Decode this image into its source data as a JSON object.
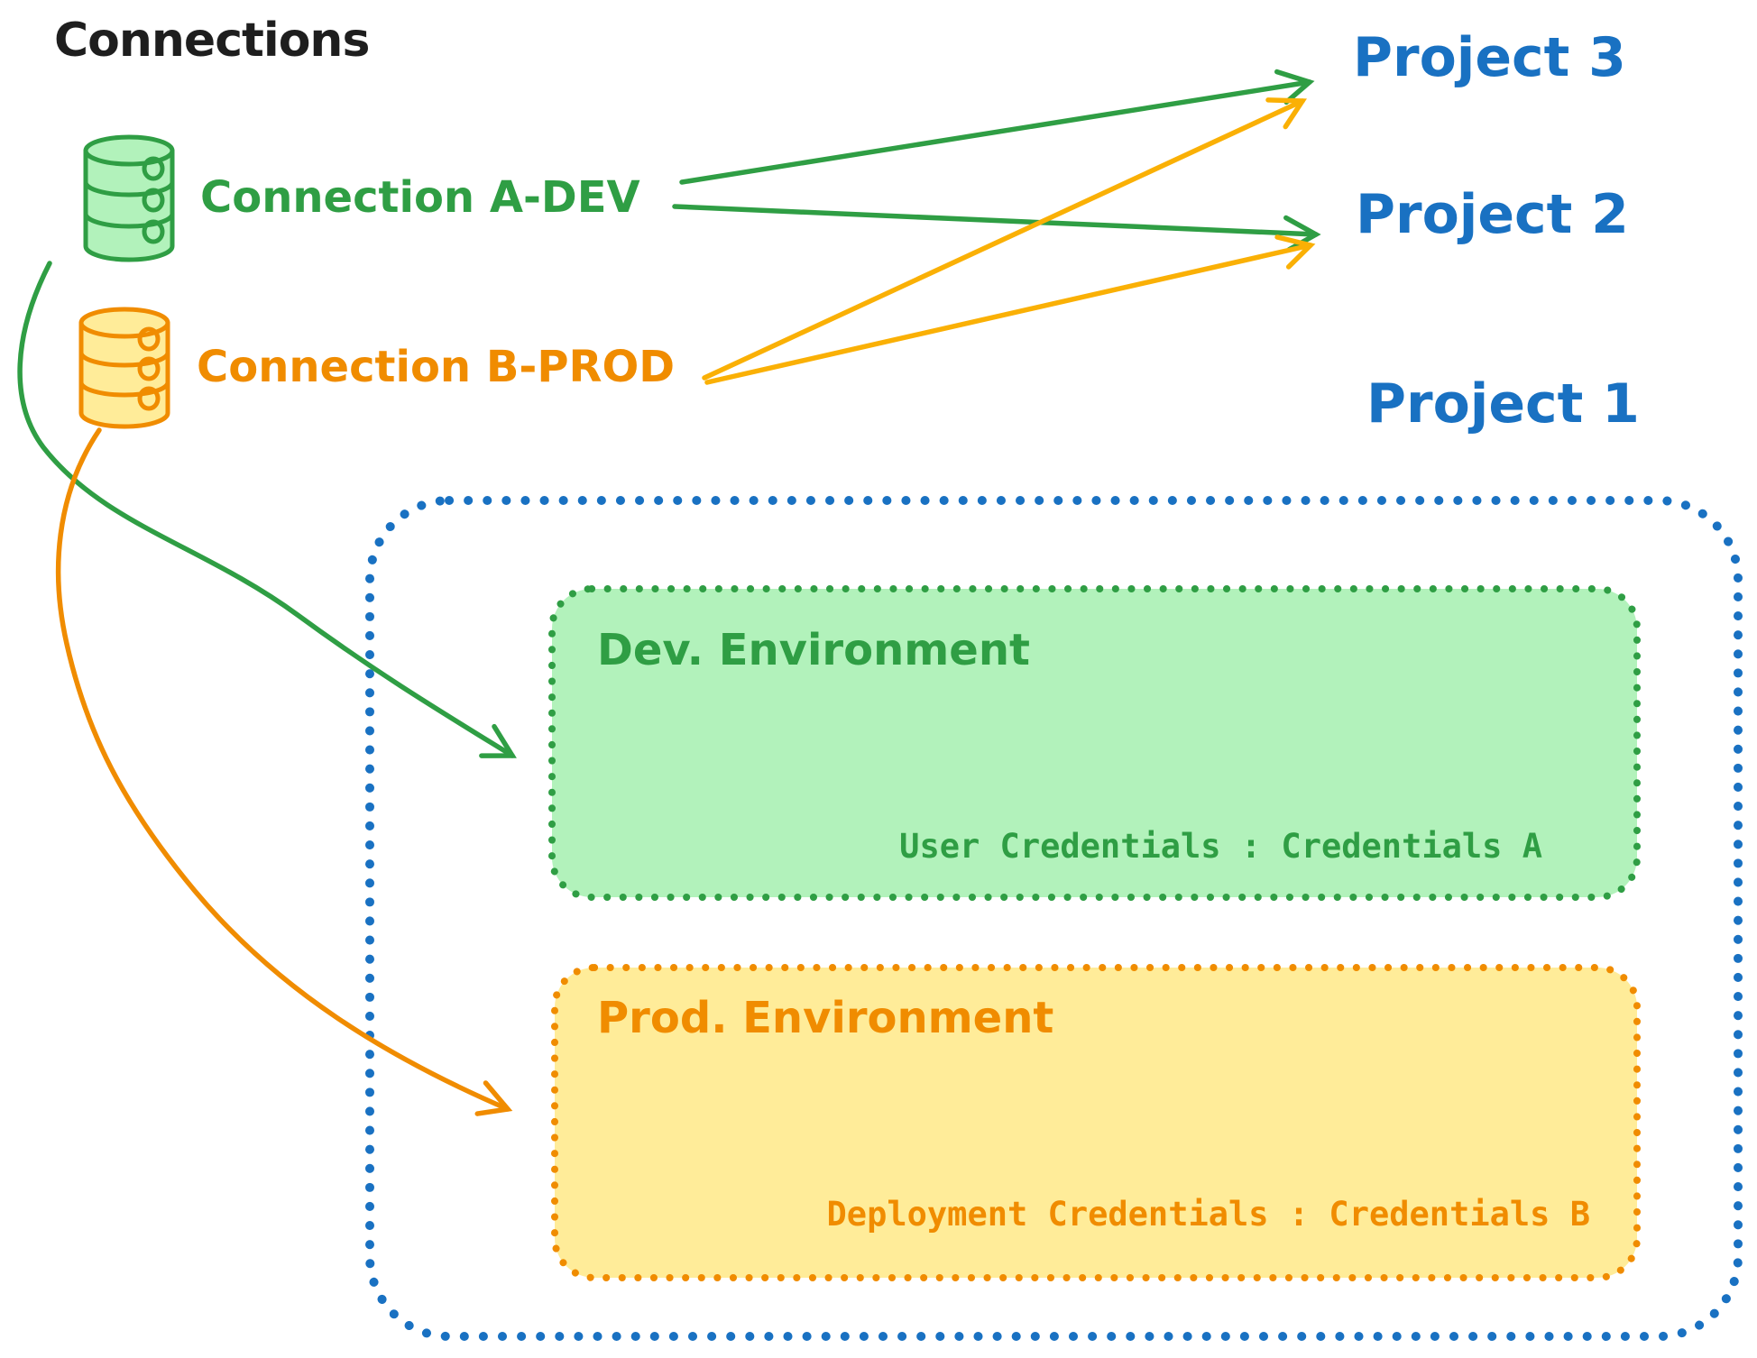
{
  "title": "Connections",
  "colors": {
    "title_text": "#1e1e1e",
    "blue": "#1971c2",
    "green": "#2f9e44",
    "green_fill": "#b2f2bb",
    "orange": "#f08c00",
    "orange_arrow_light": "#fab005",
    "orange_fill": "#ffec99",
    "background": "#ffffff"
  },
  "connections": {
    "dev": {
      "label": "Connection A-DEV",
      "icon": "database-icon"
    },
    "prod": {
      "label": "Connection B-PROD",
      "icon": "database-icon"
    }
  },
  "projects": {
    "p3": {
      "label": "Project 3"
    },
    "p2": {
      "label": "Project 2"
    },
    "p1": {
      "label": "Project 1"
    }
  },
  "environments": {
    "dev": {
      "title": "Dev. Environment",
      "credentials": "User Credentials : Credentials A"
    },
    "prod": {
      "title": "Prod. Environment",
      "credentials": "Deployment Credentials : Credentials B"
    }
  },
  "edges": [
    {
      "from": "Connection A-DEV",
      "to": "Project 3"
    },
    {
      "from": "Connection A-DEV",
      "to": "Project 2"
    },
    {
      "from": "Connection B-PROD",
      "to": "Project 3"
    },
    {
      "from": "Connection B-PROD",
      "to": "Project 2"
    },
    {
      "from": "Connection A-DEV",
      "to": "Dev. Environment (Project 1)"
    },
    {
      "from": "Connection B-PROD",
      "to": "Prod. Environment (Project 1)"
    }
  ]
}
